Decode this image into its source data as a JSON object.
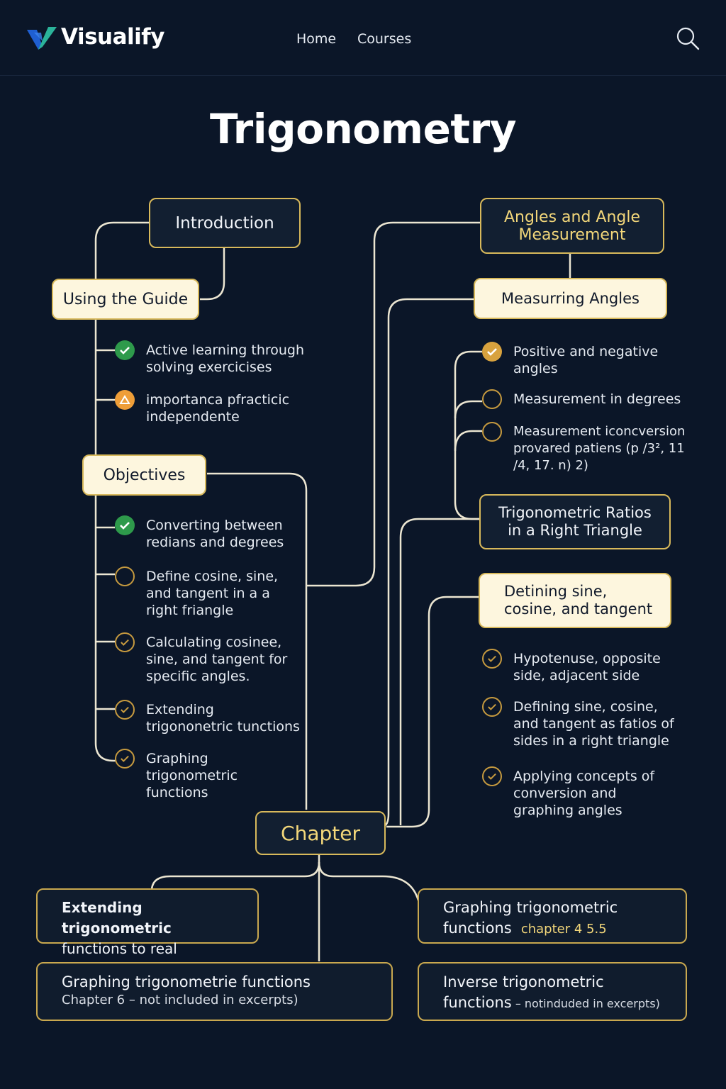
{
  "header": {
    "brand": "Visualify",
    "nav": [
      "Home",
      "Courses"
    ],
    "search_icon": "search-icon"
  },
  "page_title": "Trigonometry",
  "colors": {
    "background": "#0b1628",
    "accent_gold": "#d8b95b",
    "node_cream": "#fdf6de",
    "check_green": "#2e9a4b",
    "warning_orange": "#ef9e38"
  },
  "left": {
    "introduction": "Introduction",
    "using_guide": "Using the Guide",
    "guide_items": [
      {
        "text": "Active learning through solving exercicises",
        "icon": "check-green"
      },
      {
        "text": "importanca pfracticic independente",
        "icon": "warning-orange"
      }
    ],
    "objectives": "Objectives",
    "objective_items": [
      {
        "text": "Converting between redians and degrees",
        "icon": "check-green"
      },
      {
        "text": "Define cosine, sine, and tangent in a a right friangle",
        "icon": "empty-circle"
      },
      {
        "text": "Calculating cosinee, sine, and tangent for specific angles.",
        "icon": "check-outline"
      },
      {
        "text": "Extending trigononetric tunctions",
        "icon": "check-outline"
      },
      {
        "text": "Graphing trigonometric functions",
        "icon": "check-outline"
      }
    ]
  },
  "right": {
    "angles_title": [
      "Angles and Angle",
      "Measurement"
    ],
    "measuring_angles": "Measurring Angles",
    "measuring_items": [
      {
        "text": "Positive and negative angles",
        "icon": "check-gold"
      },
      {
        "text": "Measurement in degrees",
        "icon": "empty-circle"
      },
      {
        "text": "Measurement iconcversion provared patiens (p /3², 11 /4, 17. n) 2)",
        "icon": "empty-circle"
      }
    ],
    "ratios_title": [
      "Trigonometric Ratios",
      "in a Right Triangle"
    ],
    "defining_title": [
      "Detining sine,",
      "cosine, and tangent"
    ],
    "defining_items": [
      {
        "text": "Hypotenuse, opposite side, adjacent side",
        "icon": "check-outline"
      },
      {
        "text": "Defining sine, cosine, and tangent as fatios of sides in a right triangle",
        "icon": "check-outline"
      },
      {
        "text": "Applying concepts of conversion and graphing angles",
        "icon": "check-outline"
      }
    ]
  },
  "chapter": "Chapter",
  "bottom": {
    "box1": {
      "line1": "Extending trigonometric",
      "line2": "functions to real numbers"
    },
    "box2": {
      "title": "Graphing trigonometric",
      "title2": "functions",
      "sub": "chapter 4 5.5"
    },
    "box3": {
      "title": "Graphing trigonometrie functions",
      "sub": "Chapter 6 – not included in excerpts)"
    },
    "box4": {
      "title": "Inverse trigonometric",
      "title2": "functions",
      "sub": "– notinduded in excerpts)"
    }
  }
}
